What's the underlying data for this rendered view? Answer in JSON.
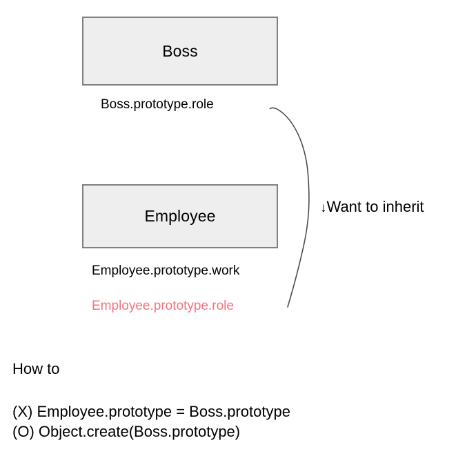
{
  "diagram": {
    "boxes": [
      {
        "title": "Boss"
      },
      {
        "title": "Employee"
      }
    ],
    "member_labels": [
      {
        "text": "Boss.prototype.role",
        "color": "#000000"
      },
      {
        "text": "Employee.prototype.work",
        "color": "#000000"
      },
      {
        "text": "Employee.prototype.role",
        "color": "#f4727f"
      }
    ],
    "annotation": {
      "arrow": "↓",
      "text": "Want to inherit"
    },
    "brace": {
      "stroke_color": "#4d4d4d"
    }
  },
  "notes": {
    "heading": "How to",
    "lines": [
      "(X) Employee.prototype = Boss.prototype",
      "(O) Object.create(Boss.prototype)"
    ]
  },
  "colors": {
    "box_fill": "#eeeeee",
    "box_border": "#808080",
    "highlight_red": "#f4727f",
    "text": "#000000",
    "background": "#ffffff"
  }
}
